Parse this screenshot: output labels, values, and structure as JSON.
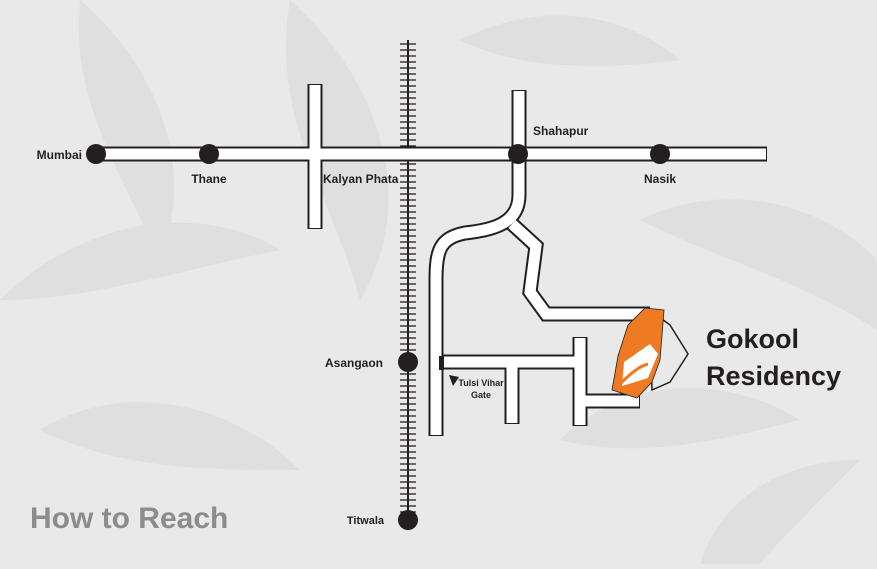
{
  "map": {
    "places": {
      "mumbai": "Mumbai",
      "thane": "Thane",
      "kalyan_phata": "Kalyan Phata",
      "shahapur": "Shahapur",
      "nasik": "Nasik",
      "asangaon": "Asangaon",
      "titwala": "Titwala",
      "tulsi_vihar_gate_line1": "Tulsi Vihar",
      "tulsi_vihar_gate_line2": "Gate"
    },
    "project": {
      "name_line1": "Gokool",
      "name_line2": "Residency",
      "color": "#ee7b22"
    }
  },
  "footer": {
    "title": "How to Reach"
  },
  "colors": {
    "background": "#e9e9e9",
    "background_leaf": "#dfdfdf",
    "road_fill": "#ffffff",
    "road_outline": "#231f20",
    "heading_gray": "#8c8c8c"
  }
}
